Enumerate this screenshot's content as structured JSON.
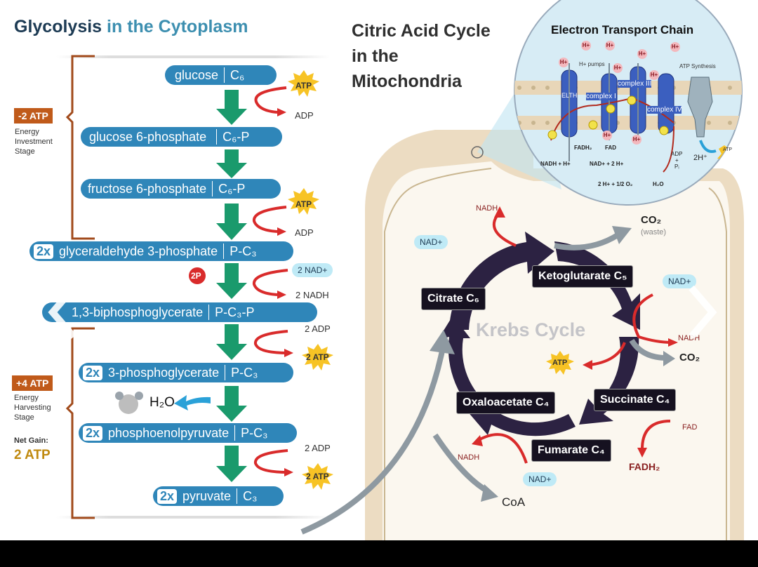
{
  "glycolysis": {
    "title_part1": "Glycolysis",
    "title_part2": "in the Cytoplasm",
    "steps": [
      {
        "label": "glucose",
        "formula": "C₆"
      },
      {
        "label": "glucose 6-phosphate",
        "formula": "C₆-P"
      },
      {
        "label": "fructose 6-phosphate",
        "formula": "C₆-P"
      },
      {
        "multiplier": "2x",
        "label": "glyceraldehyde 3-phosphate",
        "formula": "P-C₃"
      },
      {
        "label": "1,3-biphosphoglycerate",
        "formula": "P-C₃-P"
      },
      {
        "multiplier": "2x",
        "label": "3-phosphoglycerate",
        "formula": "P-C₃"
      },
      {
        "multiplier": "2x",
        "label": "phosphoenolpyruvate",
        "formula": "P-C₃"
      },
      {
        "multiplier": "2x",
        "label": "pyruvate",
        "formula": "C₃"
      }
    ],
    "investment": {
      "tag": "-2 ATP",
      "line1": "Energy",
      "line2": "Investment",
      "line3": "Stage"
    },
    "harvesting": {
      "tag": "+4 ATP",
      "line1": "Energy",
      "line2": "Harvesting",
      "line3": "Stage",
      "net_label": "Net Gain:",
      "net_value": "2 ATP"
    },
    "atp1": "ATP",
    "adp1": "ADP",
    "atp2": "ATP",
    "adp2": "ADP",
    "twoP": "2P",
    "nad_in": "2 NAD+",
    "nadh_out": "2 NADH",
    "adp3": "2 ADP",
    "atp3": "2 ATP",
    "water": "H₂O",
    "adp4": "2 ADP",
    "atp4": "2 ATP"
  },
  "citric": {
    "title_line1": "Citric Acid Cycle",
    "title_line2": "in the",
    "title_line3": "Mitochondria",
    "cycle_label": "Krebs Cycle",
    "citrate": "Citrate  C₆",
    "ketoglutarate": "Ketoglutarate  C₅",
    "succinate": "Succinate  C₄",
    "fumarate": "Fumarate  C₄",
    "oxaloacetate": "Oxaloacetate  C₄",
    "nadh_top": "NADH",
    "nad_top": "NAD+",
    "co2_top": "CO₂",
    "waste": "(waste)",
    "nad_right": "NAD+",
    "nadh_right": "NADH",
    "co2_right": "CO₂",
    "atp": "ATP",
    "fad": "FAD",
    "fadh2": "FADH₂",
    "nadh_bottom": "NADH",
    "nad_bottom": "NAD+",
    "coa": "CoA"
  },
  "etc": {
    "title": "Electron Transport Chain",
    "hplus": "H+",
    "pumps": "H+ pumps",
    "atp_synthesis": "ATP Synthesis",
    "complex3": "complex III",
    "complex1": "complex I",
    "complex4": "complex IV",
    "elth": "ELTH",
    "fadh2": "FADH₂",
    "fad": "FAD",
    "nadh_line": "NADH + H+",
    "nad_line": "NAD+ + 2 H+",
    "water_line": "2 H+ + 1/2 O₂",
    "h2o": "H₂O",
    "adp": "ADP",
    "plus": "+",
    "pi": "Pᵢ",
    "two_h": "2H⁺",
    "atp": "ATP"
  },
  "colors": {
    "pill": "#2f86b9",
    "bracket": "#a14a1b",
    "green_arrow": "#1a9a6c",
    "red_arrow": "#d92b2b",
    "atp_star": "#f7c325",
    "cycle": "#2c2242",
    "membrane": "#ecdcc2"
  }
}
